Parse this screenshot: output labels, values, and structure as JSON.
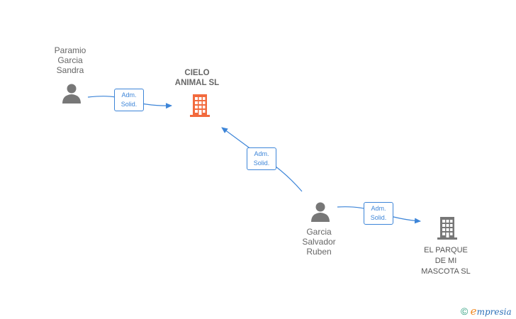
{
  "nodes": {
    "person1": {
      "name": "Paramio\nGarcia\nSandra"
    },
    "company1": {
      "name": "CIELO\nANIMAL  SL",
      "color": "#f26a3d"
    },
    "person2": {
      "name": "Garcia\nSalvador\nRuben"
    },
    "company2": {
      "name": "EL PARQUE\nDE MI\nMASCOTA SL",
      "color": "#777777"
    }
  },
  "edges": [
    {
      "line1": "Adm.",
      "line2": "Solid."
    },
    {
      "line1": "Adm.",
      "line2": "Solid."
    },
    {
      "line1": "Adm.",
      "line2": "Solid."
    }
  ],
  "colors": {
    "edge": "#3d85d8",
    "person": "#777777"
  },
  "brand": {
    "copyright": "©",
    "e": "e",
    "rest": "mpresia"
  }
}
